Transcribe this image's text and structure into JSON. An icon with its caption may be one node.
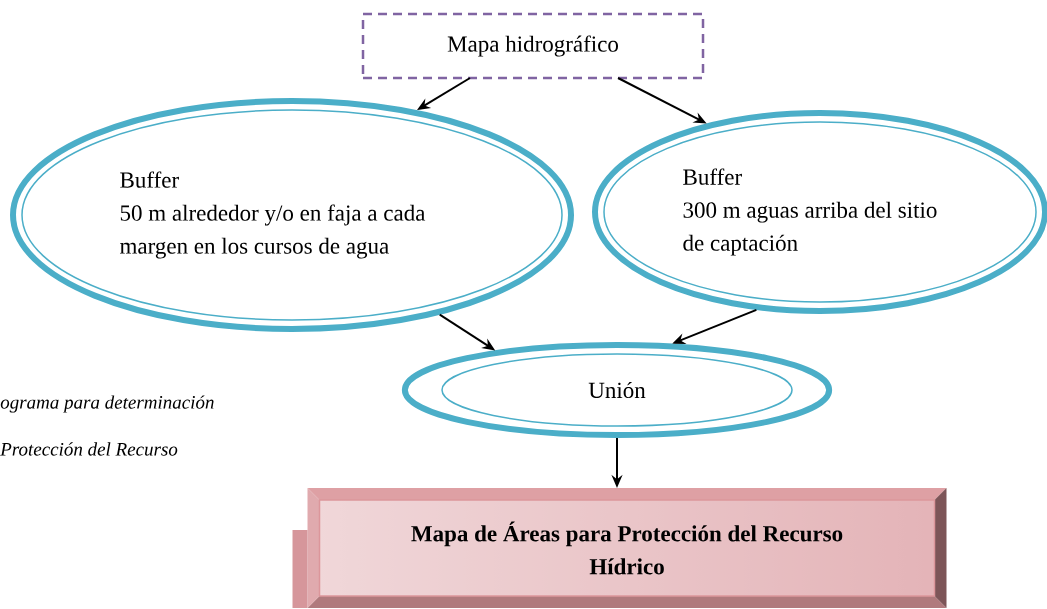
{
  "diagram": {
    "nodes": [
      {
        "text": [
          "Mapa hidrográfico"
        ]
      },
      {
        "text": [
          "Buffer",
          "50 m alrededor y/o en faja a cada margen en los cursos de agua"
        ]
      },
      {
        "text": [
          "Buffer",
          "300 m aguas arriba del sitio de captación"
        ]
      },
      {
        "text": [
          "Unión"
        ]
      },
      {
        "text": [
          "Mapa de Áreas para Protección del Recurso Hídrico"
        ]
      }
    ],
    "edges": [
      {
        "from": 0,
        "to": 1,
        "arrow": "to"
      },
      {
        "from": 0,
        "to": 2,
        "arrow": "to"
      },
      {
        "from": 1,
        "to": 3,
        "arrow": "to"
      },
      {
        "from": 2,
        "to": 3,
        "arrow": "to"
      },
      {
        "from": 3,
        "to": 4,
        "arrow": "to"
      }
    ],
    "labels": [
      "ograma para determinación",
      "Protección del Recurso"
    ]
  }
}
